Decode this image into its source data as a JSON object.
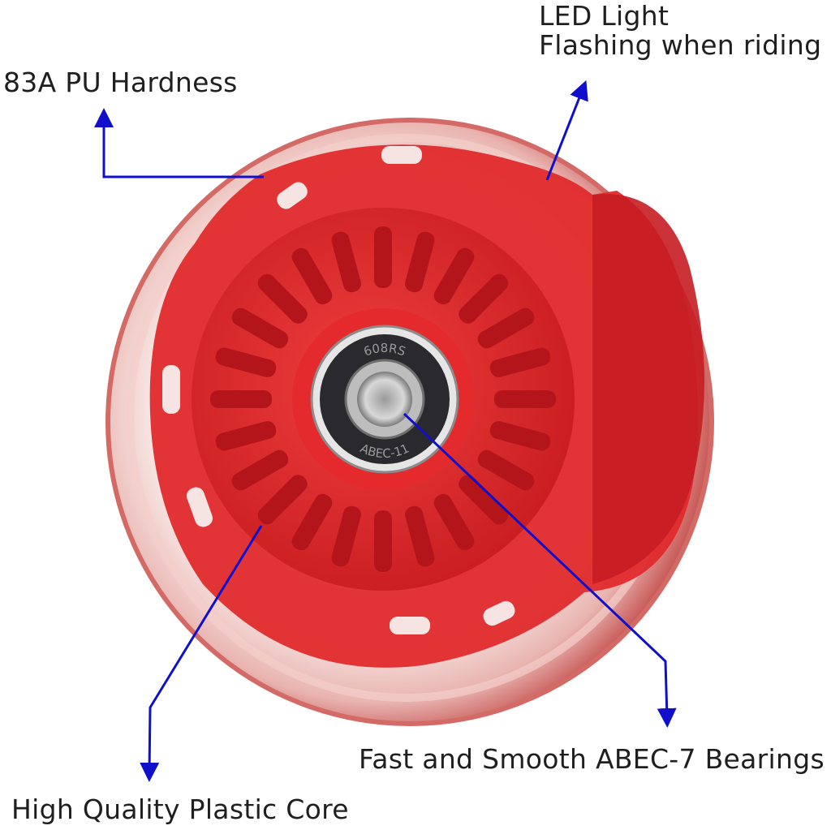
{
  "callouts": {
    "pu_hardness": "83A PU Hardness",
    "led_line1": "LED Light",
    "led_line2": "Flashing when riding",
    "bearings": "Fast and Smooth ABEC-7 Bearings",
    "core": "High Quality Plastic Core"
  },
  "bearing_markings": {
    "top": "608RS",
    "bottom": "ABEC-11"
  },
  "colors": {
    "wheel_core": "#e8282a",
    "clear_pu": "#f3d9d6",
    "arrow": "#1010cc",
    "bearing_shield": "#2a2a2e",
    "text": "#1f1f1f"
  }
}
